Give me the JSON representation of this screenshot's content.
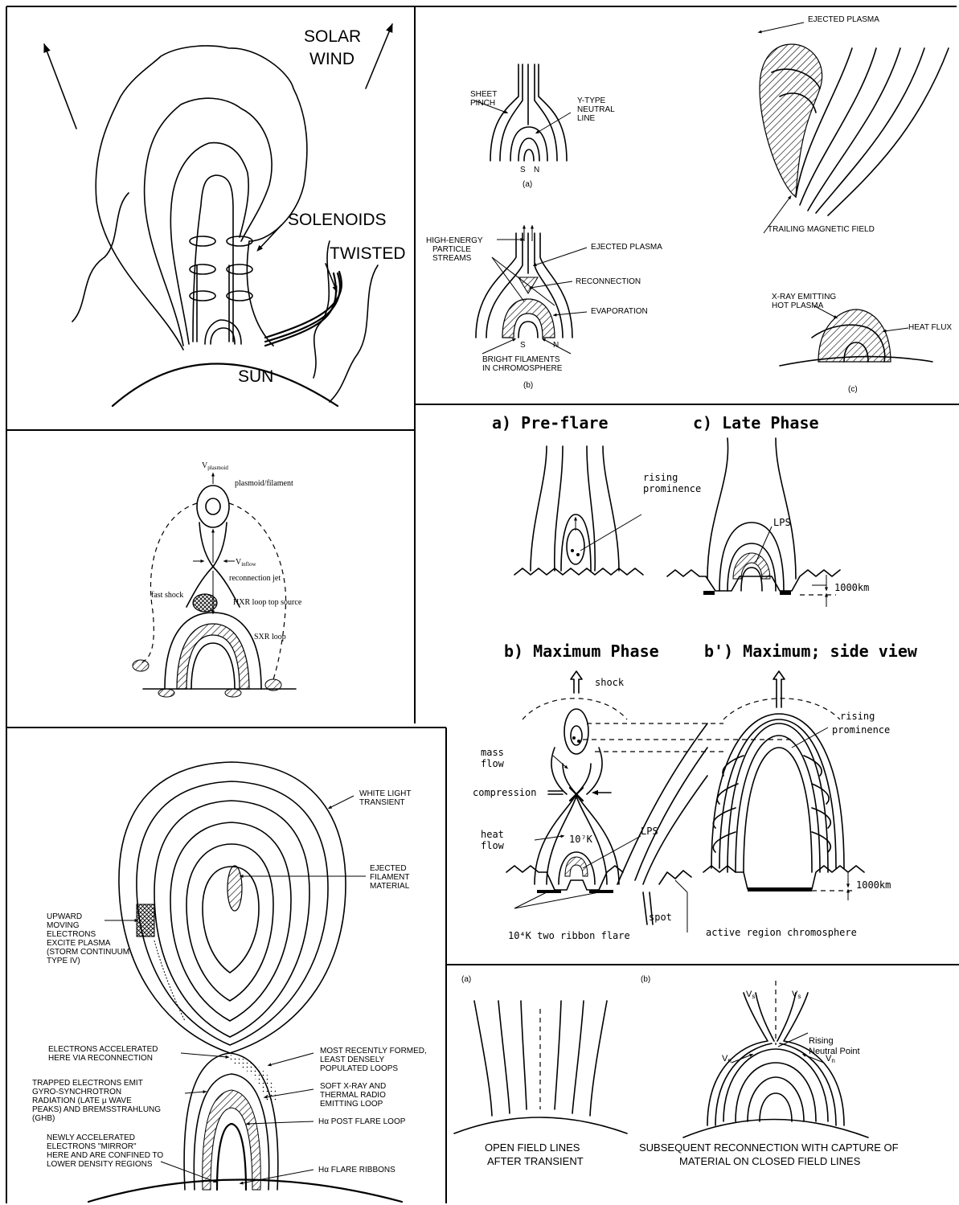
{
  "panel_solenoid": {
    "solar_wind_line1": "SOLAR",
    "solar_wind_line2": "WIND",
    "solenoids": "SOLENOIDS",
    "twisted": "TWISTED",
    "sun": "SUN"
  },
  "panel_plasmoid": {
    "v_plasmoid": "V",
    "v_plasmoid_sub": "plasmoid",
    "plasmoid_filament": "plasmoid/filament",
    "v_inflow": "V",
    "v_inflow_sub": "inflow",
    "reconnection_jet": "reconnection jet",
    "fast_shock": "fast shock",
    "hxr_source": "HXR loop top source",
    "sxr_loop": "SXR loop"
  },
  "panel_transient": {
    "white_light_1": "WHITE LIGHT",
    "white_light_2": "TRANSIENT",
    "ejected_1": "EJECTED",
    "ejected_2": "FILAMENT",
    "ejected_3": "MATERIAL",
    "upward_1": "UPWARD",
    "upward_2": "MOVING",
    "upward_3": "ELECTRONS",
    "upward_4": "EXCITE PLASMA",
    "upward_5": "(STORM CONTINUUM",
    "upward_6": "TYPE IV)",
    "accel_1": "ELECTRONS ACCELERATED",
    "accel_2": "HERE VIA RECONNECTION",
    "trapped_1": "TRAPPED ELECTRONS EMIT",
    "trapped_2": "GYRO-SYNCHROTRON",
    "trapped_3": "RADIATION (LATE µ WAVE",
    "trapped_4": "PEAKS) AND BREMSSTRAHLUNG",
    "trapped_5": "(GHB)",
    "newly_1": "NEWLY ACCELERATED",
    "newly_2": "ELECTRONS \"MIRROR\"",
    "newly_3": "HERE AND ARE CONFINED TO",
    "newly_4": "LOWER DENSITY REGIONS",
    "recent_1": "MOST RECENTLY FORMED,",
    "recent_2": "LEAST DENSELY",
    "recent_3": "POPULATED LOOPS",
    "soft_1": "SOFT X-RAY AND",
    "soft_2": "THERMAL RADIO",
    "soft_3": "EMITTING LOOP",
    "ha_post": "Hα POST FLARE LOOP",
    "ha_ribbons": "Hα FLARE RIBBONS"
  },
  "panel_csh": {
    "sheet_1": "SHEET",
    "sheet_2": "PINCH",
    "ytype_1": "Y-TYPE",
    "ytype_2": "NEUTRAL",
    "ytype_3": "LINE",
    "s": "S",
    "n": "N",
    "label_a": "(a)",
    "high_1": "HIGH-ENERGY",
    "high_2": "PARTICLE",
    "high_3": "STREAMS",
    "ejected_plasma": "EJECTED PLASMA",
    "reconnection": "RECONNECTION",
    "evaporation": "EVAPORATION",
    "bright_1": "BRIGHT FILAMENTS",
    "bright_2": "IN CHROMOSPHERE",
    "label_b": "(b)",
    "ejected_plasma_c": "EJECTED PLASMA",
    "trailing": "TRAILING MAGNETIC FIELD",
    "xray_1": "X-RAY EMITTING",
    "xray_2": "HOT PLASMA",
    "heat_flux": "HEAT FLUX",
    "label_c": "(c)"
  },
  "panel_phases": {
    "pre_flare": "a) Pre-flare",
    "late_phase": "c) Late Phase",
    "rising_1": "rising",
    "rising_2": "prominence",
    "lps_c": "LPS",
    "km_c": "1000km",
    "max_phase": "b) Maximum Phase",
    "max_side": "b') Maximum; side view",
    "shock": "shock",
    "mass_1": "mass",
    "mass_2": "flow",
    "compression": "compression",
    "heat_1": "heat",
    "heat_2": "flow",
    "temp": "10⁷K",
    "lps_b": "LPS",
    "spot": "spot",
    "two_ribbon": "10⁴K two ribbon flare",
    "chromosphere": "active region chromosphere",
    "rising_b1": "rising",
    "rising_b2": "prominence",
    "km_b": "1000km"
  },
  "panel_open": {
    "label_a": "(a)",
    "label_b": "(b)",
    "vs1": "V",
    "vs2": "V",
    "vs_sub": "s",
    "rising_1": "Rising",
    "rising_2": "Neutral Point",
    "vn1": "V",
    "vn2": "V",
    "vn_sub": "n",
    "open_1": "OPEN FIELD LINES",
    "open_2": "AFTER TRANSIENT",
    "subseq_1": "SUBSEQUENT RECONNECTION WITH CAPTURE OF",
    "subseq_2": "MATERIAL ON CLOSED FIELD LINES"
  }
}
